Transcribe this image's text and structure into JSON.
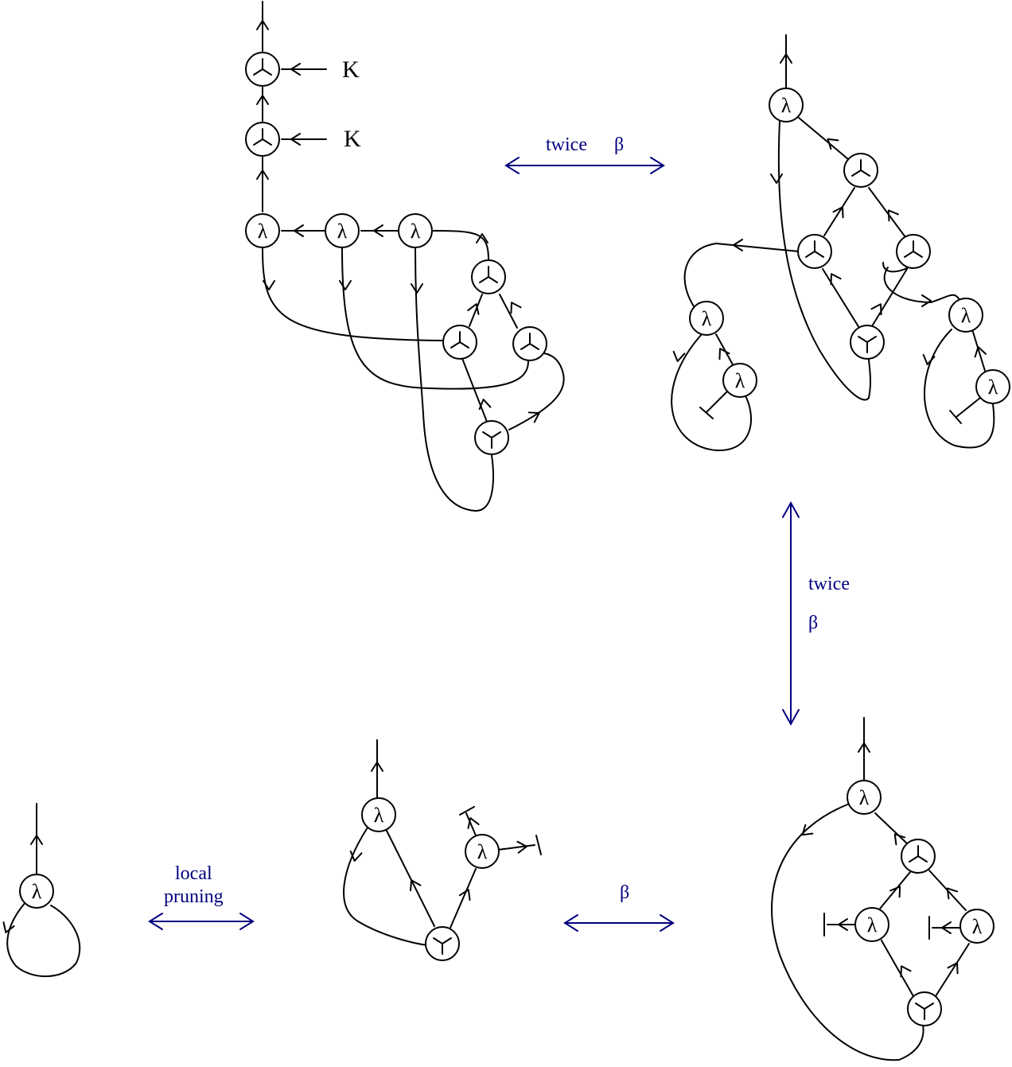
{
  "symbols": {
    "lambda": "λ",
    "k": "K"
  },
  "arrows": {
    "top": {
      "line1": "twice",
      "line2": "β"
    },
    "right": {
      "line1": "twice",
      "line2": "β"
    },
    "bottom_middle": {
      "line1": "β"
    },
    "bottom_left": {
      "line1": "local",
      "line2": "pruning"
    }
  },
  "colors": {
    "ink": "#000000",
    "rule": "#000080",
    "background": "#ffffff"
  },
  "node_kinds": [
    "lambda",
    "fan-in",
    "fan-out"
  ]
}
